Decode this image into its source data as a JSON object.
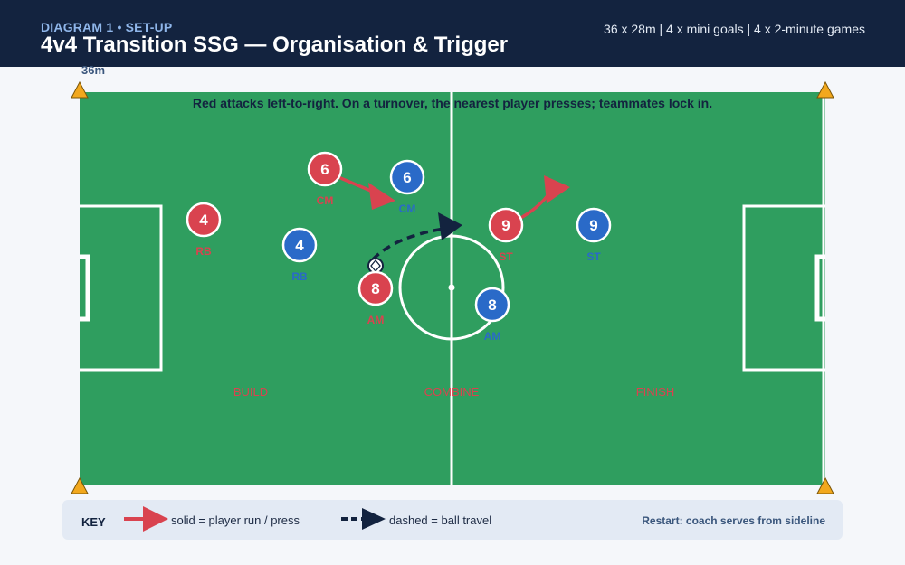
{
  "header": {
    "kicker": "DIAGRAM 1 • SET-UP",
    "title": "4v4 Transition SSG — Organisation & Trigger",
    "meta": "36 x 28m | 4 x mini goals | 4 x 2-minute games"
  },
  "field": {
    "dimension_label": "36m",
    "instruction": "Red attacks left-to-right. On a turnover, the nearest player presses; teammates lock in.",
    "zones": [
      "BUILD",
      "COMBINE",
      "FINISH"
    ]
  },
  "players": {
    "red": [
      {
        "number": "6",
        "role": "CM"
      },
      {
        "number": "4",
        "role": "RB"
      },
      {
        "number": "8",
        "role": "AM"
      },
      {
        "number": "9",
        "role": "ST"
      }
    ],
    "blue": [
      {
        "number": "6",
        "role": "CM"
      },
      {
        "number": "4",
        "role": "RB"
      },
      {
        "number": "8",
        "role": "AM"
      },
      {
        "number": "9",
        "role": "ST"
      }
    ]
  },
  "key": {
    "title": "KEY",
    "solid": "solid = player run / press",
    "dashed": "dashed = ball travel",
    "note": "Restart: coach serves from sideline"
  },
  "colors": {
    "header_bg": "#13233f",
    "pitch": "#2f9e5f",
    "red_team": "#d9434f",
    "blue_team": "#2a6ac8",
    "ball_path": "#13233f",
    "cone": "#f2a81d"
  }
}
